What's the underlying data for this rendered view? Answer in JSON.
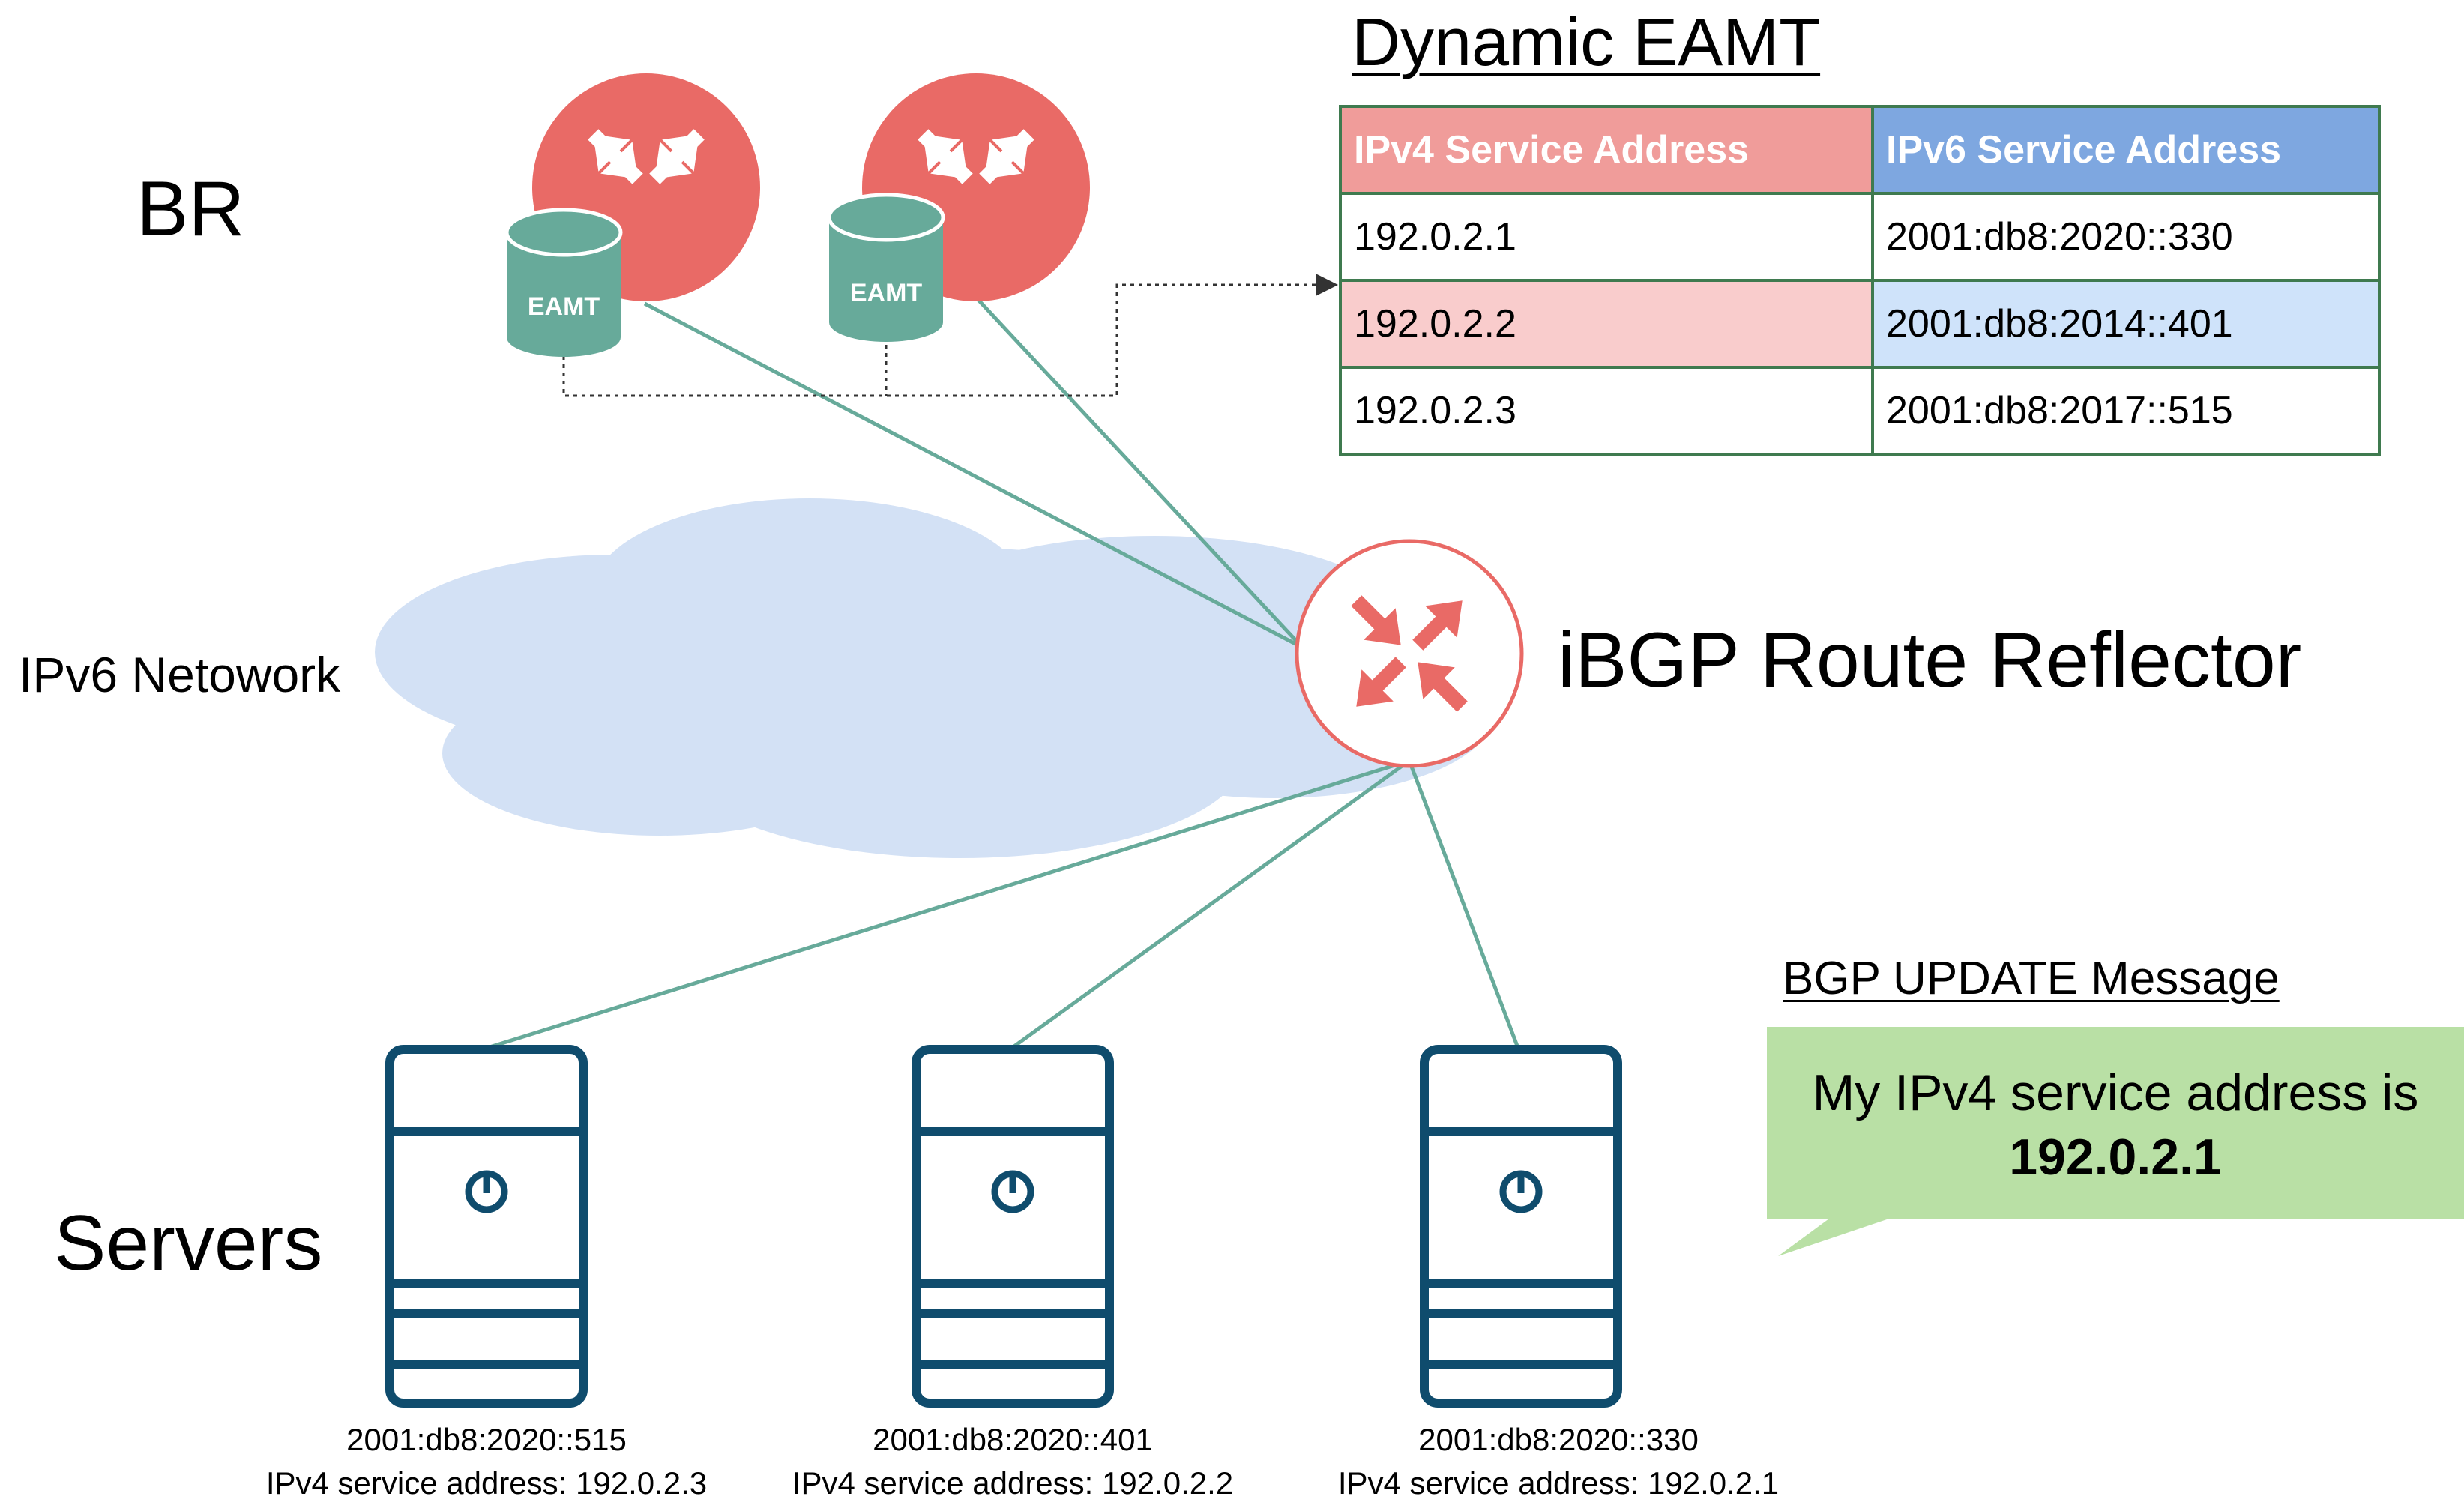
{
  "labels": {
    "br": "BR",
    "ipv6_network": "IPv6 Netowork",
    "route_reflector": "iBGP Route Reflector",
    "servers": "Servers",
    "eamt_icon": "EAMT"
  },
  "eamt_table": {
    "title": "Dynamic EAMT",
    "headers": [
      "IPv4 Service Address",
      "IPv6 Service Address"
    ],
    "rows": [
      [
        "192.0.2.1",
        "2001:db8:2020::330"
      ],
      [
        "192.0.2.2",
        "2001:db8:2014::401"
      ],
      [
        "192.0.2.3",
        "2001:db8:2017::515"
      ]
    ]
  },
  "bgp_update": {
    "title": "BGP UPDATE Message",
    "line1": "My IPv4 service address is",
    "address": "192.0.2.1"
  },
  "servers": [
    {
      "ipv6": "2001:db8:2020::515",
      "ipv4": "IPv4 service address: 192.0.2.3"
    },
    {
      "ipv6": "2001:db8:2020::401",
      "ipv4": "IPv4 service address: 192.0.2.2"
    },
    {
      "ipv6": "2001:db8:2020::330",
      "ipv4": "IPv4 service address: 192.0.2.1"
    }
  ],
  "colors": {
    "router_fill": "#e96a66",
    "eamt_db": "#67aa9a",
    "link": "#67aa9a",
    "cloud": "#d3e1f5",
    "server": "#0f4c6d",
    "callout": "#b9e0a5",
    "table_border": "#3f7a4f"
  }
}
